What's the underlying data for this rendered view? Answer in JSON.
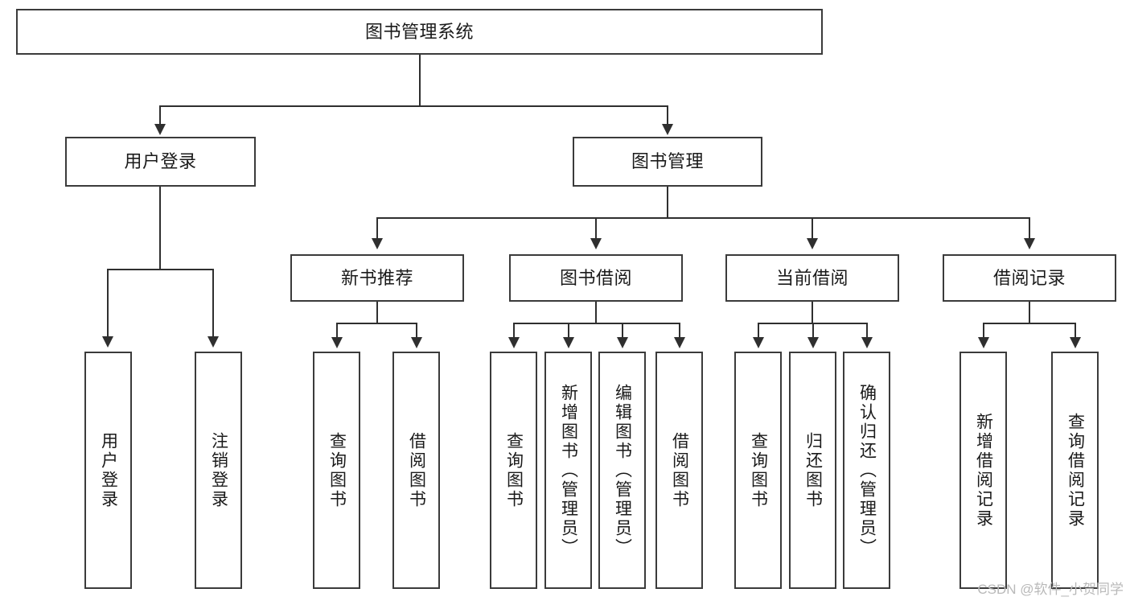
{
  "diagram": {
    "title": "图书管理系统",
    "type": "tree",
    "watermark": "CSDN @软件_小贺同学",
    "colors": {
      "background": "#ffffff",
      "border": "#3b3b3b",
      "connector": "#2f2f2f",
      "text": "#1a1a1a",
      "watermark": "#b9b9b9"
    },
    "levels": {
      "root": {
        "label": "图书管理系统"
      },
      "level2": [
        {
          "label": "用户登录"
        },
        {
          "label": "图书管理"
        }
      ],
      "level3": [
        {
          "label": "新书推荐"
        },
        {
          "label": "图书借阅"
        },
        {
          "label": "当前借阅"
        },
        {
          "label": "借阅记录"
        }
      ],
      "leaves": {
        "user_login": [
          {
            "label": "用户登录"
          },
          {
            "label": "注销登录"
          }
        ],
        "new_book": [
          {
            "label": "查询图书"
          },
          {
            "label": "借阅图书"
          }
        ],
        "borrow": [
          {
            "label": "查询图书"
          },
          {
            "label": "新增图书（管理员）"
          },
          {
            "label": "编辑图书（管理员）"
          },
          {
            "label": "借阅图书"
          }
        ],
        "current": [
          {
            "label": "查询图书"
          },
          {
            "label": "归还图书"
          },
          {
            "label": "确认归还（管理员）"
          }
        ],
        "records": [
          {
            "label": "新增借阅记录"
          },
          {
            "label": "查询借阅记录"
          }
        ]
      }
    }
  }
}
